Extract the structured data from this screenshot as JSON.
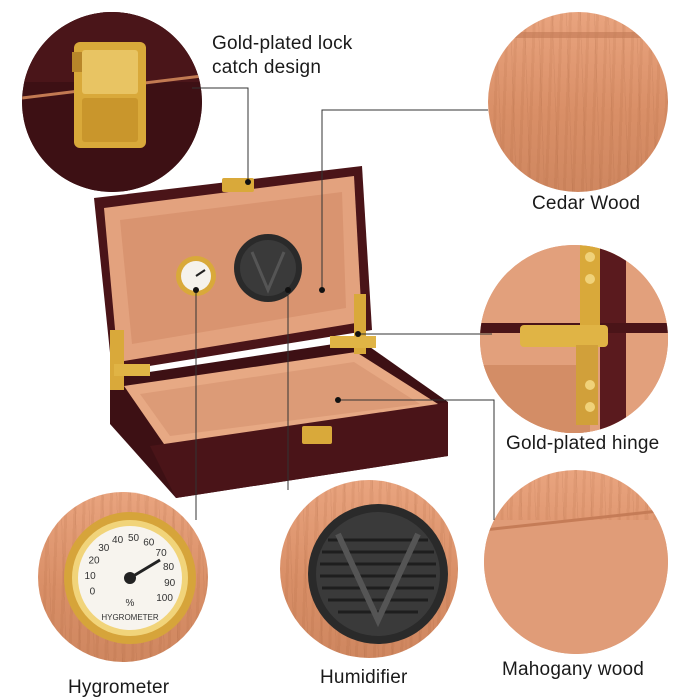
{
  "labels": {
    "lock": "Gold-plated lock\ncatch design",
    "cedar": "Cedar Wood",
    "hinge": "Gold-plated hinge",
    "hygrometer": "Hygrometer",
    "humidifier": "Humidifier",
    "mahogany": "Mahogany wood"
  },
  "hygrometer_dial": {
    "ticks": [
      "0",
      "10",
      "20",
      "30",
      "40",
      "50",
      "60",
      "70",
      "80",
      "90",
      "100"
    ],
    "unit": "%",
    "brand": "HYGROMETER"
  },
  "colors": {
    "mahogany": "#4a1418",
    "cedar": "#e3a27e",
    "gold": "#d9a93a",
    "leader_line": "#333333"
  }
}
